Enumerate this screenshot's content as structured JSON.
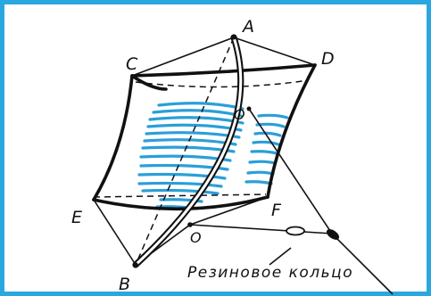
{
  "labels": {
    "A": "A",
    "B": "B",
    "C": "C",
    "D": "D",
    "E": "E",
    "F": "F",
    "O_upper": "O",
    "O_lower": "O"
  },
  "caption": "Резиновое кольцо",
  "colors": {
    "frame": "#2aa7de",
    "fabric_stripes": "#2a9fd8",
    "lines": "#111111"
  }
}
